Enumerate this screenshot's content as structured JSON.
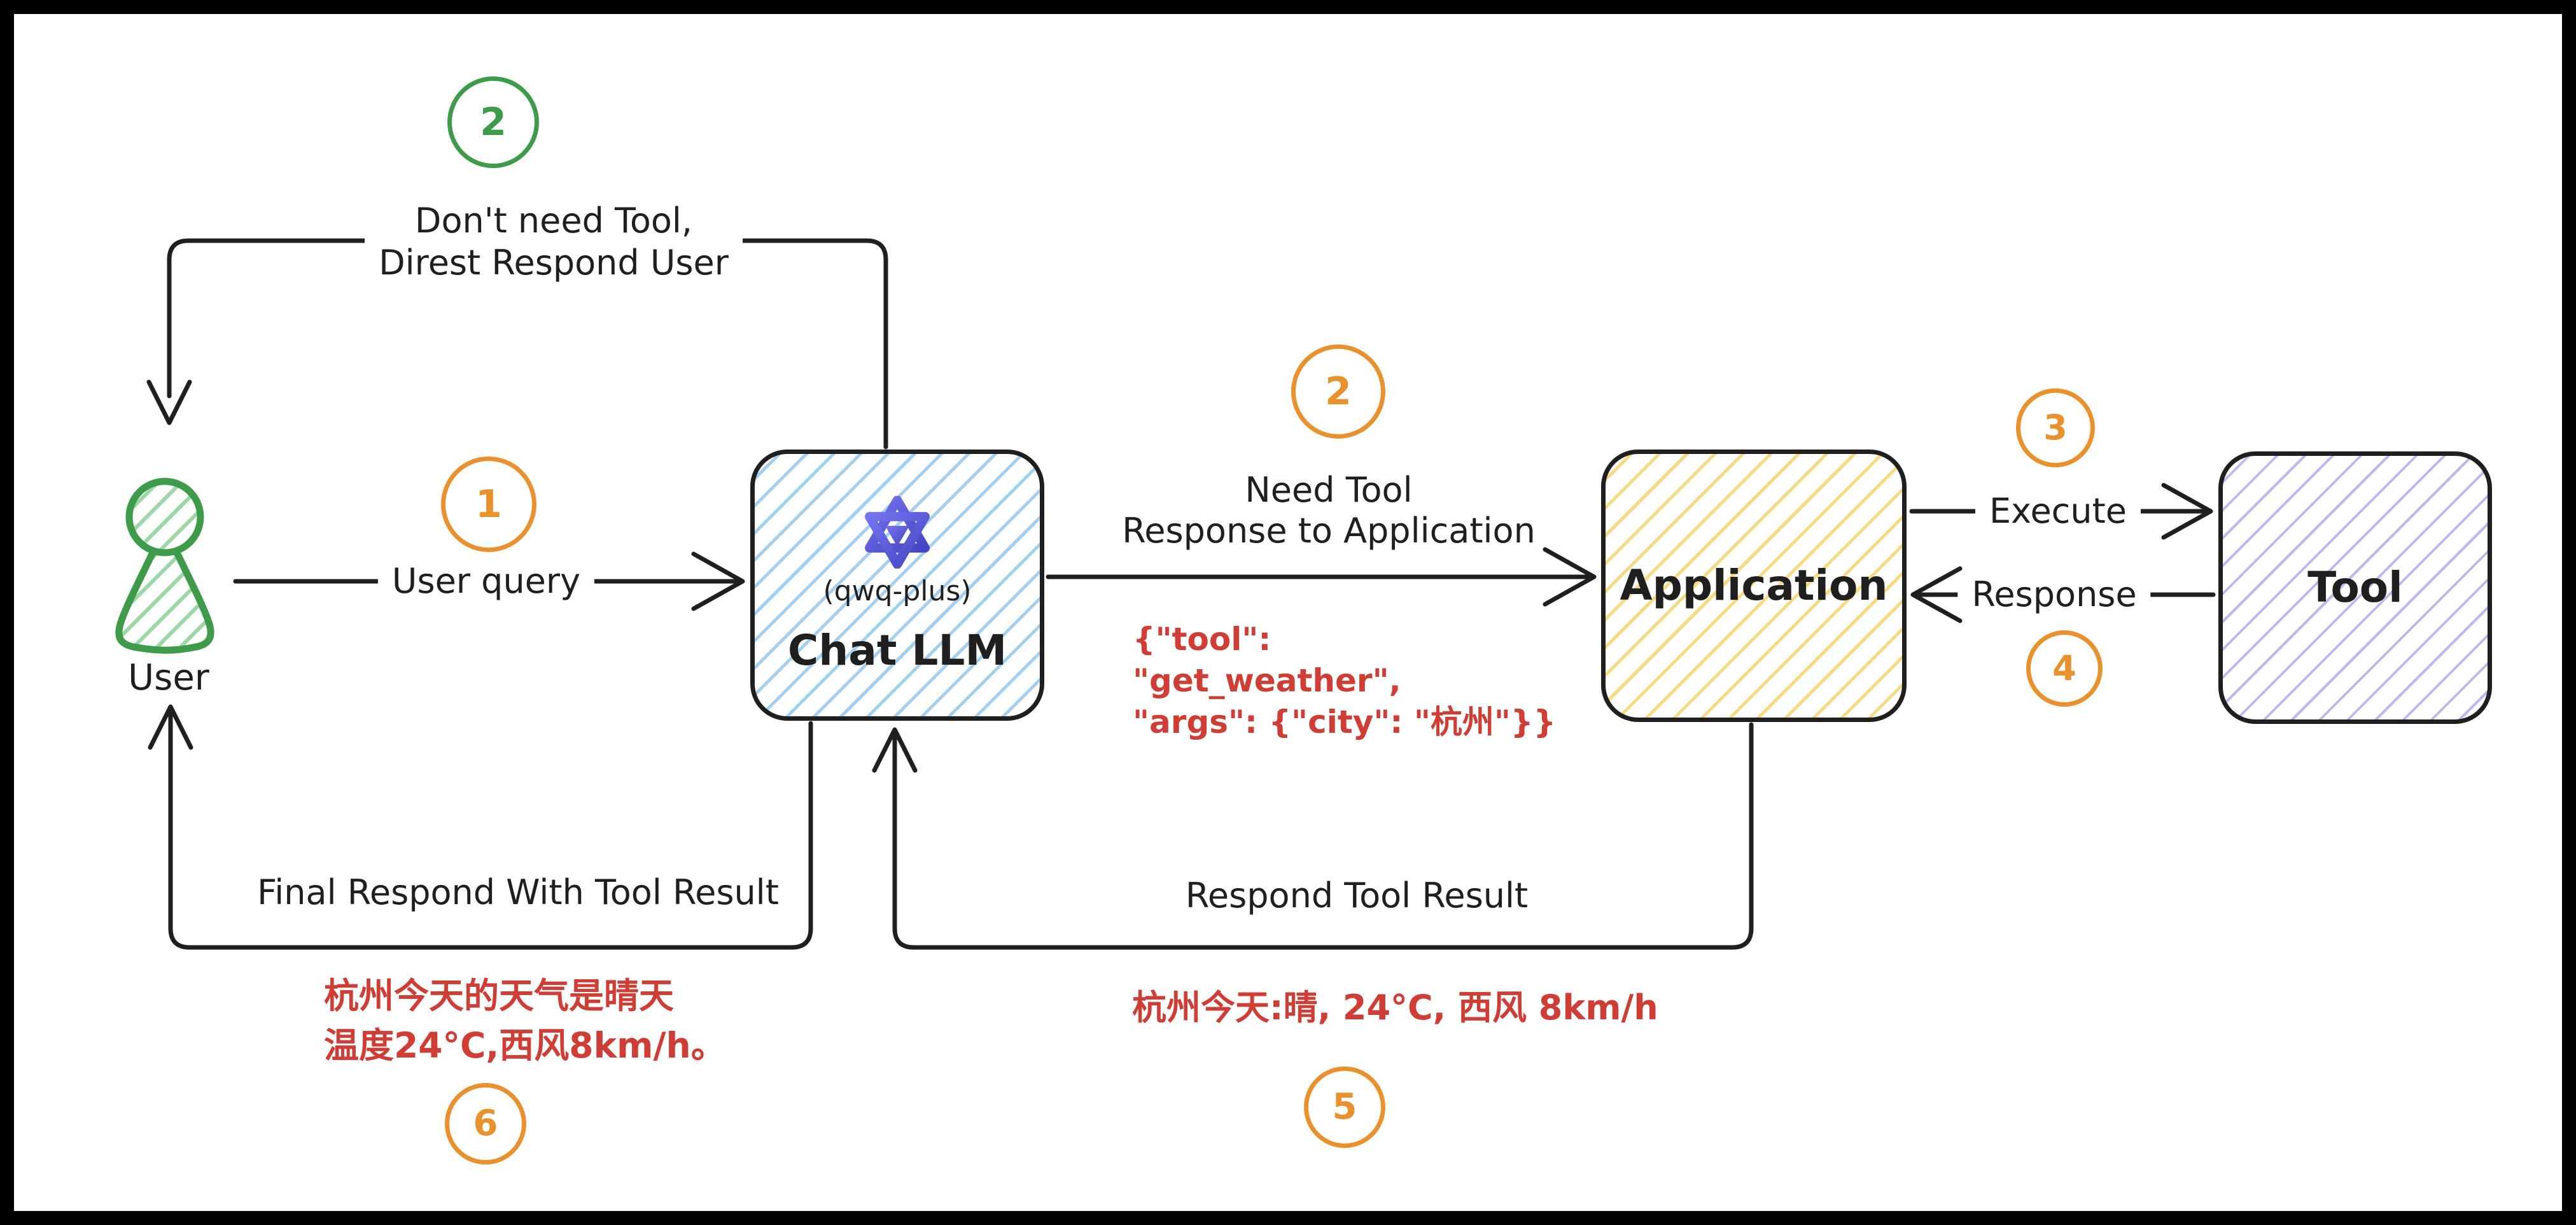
{
  "nodes": {
    "user": {
      "label": "User"
    },
    "chat_llm": {
      "model": "(qwq-plus)",
      "label": "Chat LLM"
    },
    "application": {
      "label": "Application"
    },
    "tool": {
      "label": "Tool"
    }
  },
  "flows": {
    "user_query": {
      "step": "1",
      "label": "User query"
    },
    "direct_respond": {
      "step": "2",
      "line1": "Don't need Tool,",
      "line2": "Direst Respond User"
    },
    "need_tool": {
      "step": "2",
      "line1": "Need Tool",
      "line2": "Response to Application",
      "payload1": "{\"tool\":",
      "payload2": "\"get_weather\",",
      "payload3": "\"args\": {\"city\": \"杭州\"}}"
    },
    "execute": {
      "step": "3",
      "label": "Execute"
    },
    "response": {
      "step": "4",
      "label": "Response"
    },
    "respond_tool_result": {
      "step": "5",
      "label": "Respond Tool Result",
      "payload": "杭州今天:晴, 24°C, 西风 8km/h"
    },
    "final_respond": {
      "step": "6",
      "label": "Final Respond With Tool Result",
      "payload1": "杭州今天的天气是晴天",
      "payload2": "温度24°C,西风8km/h。"
    }
  },
  "colors": {
    "ink": "#1f1f1f",
    "green": "#3d9b4a",
    "orange": "#e8912d",
    "red": "#cf3d35",
    "blue_hatch": "#a3cff3",
    "yellow_hatch": "#f8da83",
    "purple_hatch": "#bfb8f0",
    "green_hatch": "#9bd8a5"
  }
}
